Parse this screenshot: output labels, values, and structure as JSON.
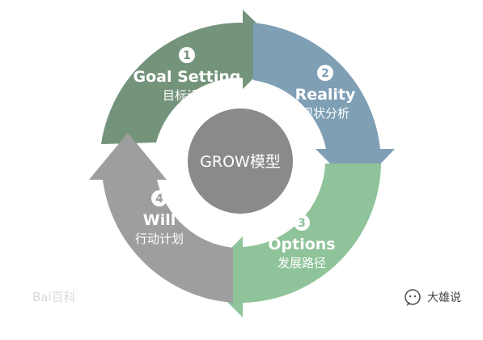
{
  "center": {
    "label": "GROW模型"
  },
  "segments": [
    {
      "step": "1",
      "title": "Goal Setting",
      "subtitle": "目标设定",
      "color": "#74937b"
    },
    {
      "step": "2",
      "title": "Reality",
      "subtitle": "现状分析",
      "color": "#7f9fb5"
    },
    {
      "step": "3",
      "title": "Options",
      "subtitle": "发展路径",
      "color": "#8fc399"
    },
    {
      "step": "4",
      "title": "Will",
      "subtitle": "行动计划",
      "color": "#9e9e9e"
    }
  ],
  "center_color": "#8a8a8a",
  "watermark_left": "Bai百科",
  "watermark_right": "大雄说"
}
